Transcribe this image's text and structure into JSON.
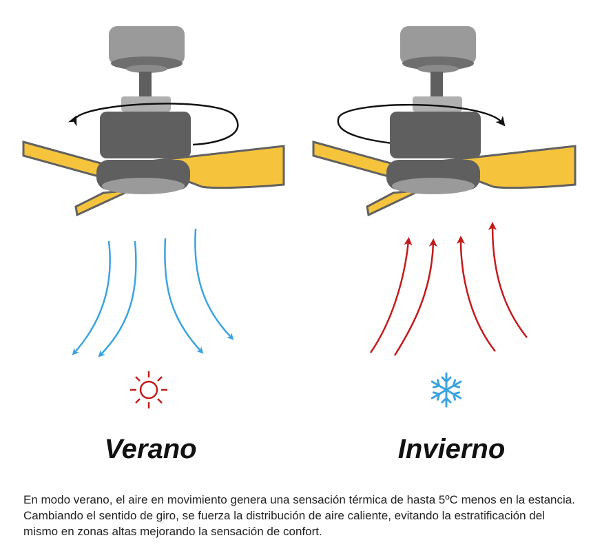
{
  "colors": {
    "blade": "#f5c43c",
    "blade_edge": "#616161",
    "body_dark": "#5f5f5f",
    "body_light": "#9a9a9a",
    "cool_air": "#3aa3e0",
    "warm_air": "#c41a1a",
    "rotation_arrow": "#111111"
  },
  "summer": {
    "title": "Verano",
    "rotation": "counterclockwise",
    "airflow": "down",
    "icon": "sun-icon"
  },
  "winter": {
    "title": "Invierno",
    "rotation": "clockwise",
    "airflow": "up",
    "icon": "snowflake-icon"
  },
  "caption": "En modo verano, el aire en movimiento genera una sensación térmica de hasta 5ºC menos en la estancia. Cambiando el sentido de giro, se fuerza la distribución de aire caliente, evitando la estratificación del mismo en zonas altas mejorando la sensación de confort."
}
